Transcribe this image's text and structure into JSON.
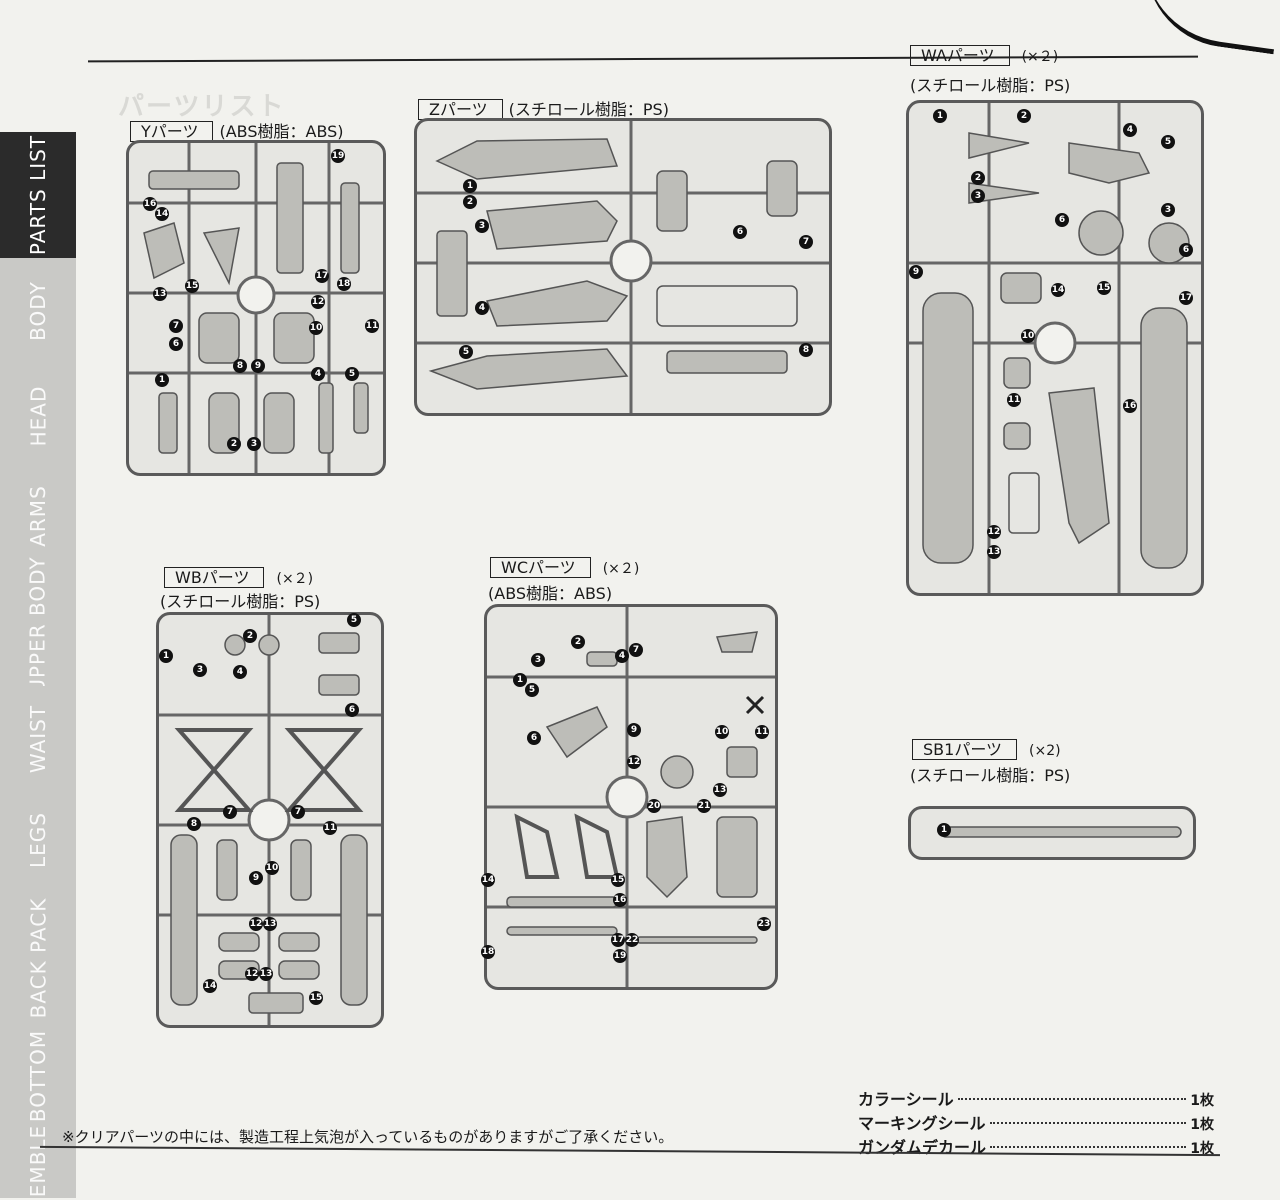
{
  "side_tabs": [
    "PARTS LIST",
    "BODY",
    "HEAD",
    "ARMS",
    "UPPER BODY",
    "WAIST",
    "LEGS",
    "BACK PACK",
    "BOTTOM",
    "EMBLE"
  ],
  "background_heading": "パーツリスト",
  "sheets": {
    "y": {
      "label": "Yパーツ",
      "material": "(ABS樹脂：ABS)",
      "count": ""
    },
    "z": {
      "label": "Zパーツ",
      "material": "(スチロール樹脂：PS)",
      "count": ""
    },
    "wa": {
      "label": "WAパーツ",
      "material": "(スチロール樹脂：PS)",
      "count": "(×２)"
    },
    "wb": {
      "label": "WBパーツ",
      "material": "(スチロール樹脂：PS)",
      "count": "(×２)"
    },
    "wc": {
      "label": "WCパーツ",
      "material": "(ABS樹脂：ABS)",
      "count": "(×２)"
    },
    "sb1": {
      "label": "SB1パーツ",
      "material": "(スチロール樹脂：PS)",
      "count": "(×2)"
    }
  },
  "part_numbers": {
    "y": [
      "19",
      "16",
      "14",
      "17",
      "18",
      "15",
      "13",
      "12",
      "10",
      "11",
      "7",
      "6",
      "8",
      "9",
      "1",
      "4",
      "5",
      "2",
      "3"
    ],
    "z": [
      "1",
      "2",
      "3",
      "4",
      "5",
      "6",
      "7",
      "8"
    ],
    "wa": [
      "1",
      "2",
      "4",
      "5",
      "2",
      "3",
      "3",
      "6",
      "6",
      "9",
      "14",
      "15",
      "17",
      "10",
      "11",
      "16",
      "12",
      "13"
    ],
    "wb": [
      "1",
      "2",
      "5",
      "3",
      "4",
      "6",
      "7",
      "7",
      "8",
      "11",
      "10",
      "9",
      "12",
      "13",
      "12",
      "13",
      "14",
      "15"
    ],
    "wc": [
      "3",
      "2",
      "4",
      "7",
      "1",
      "5",
      "6",
      "9",
      "10",
      "11",
      "12",
      "13",
      "20",
      "21",
      "14",
      "15",
      "16",
      "17",
      "22",
      "18",
      "19",
      "23"
    ],
    "sb1": [
      "1"
    ]
  },
  "note": "※クリアパーツの中には、製造工程上気泡が入っているものがありますがご了承ください。",
  "stickers": [
    {
      "name": "カラーシール",
      "qty": "1枚"
    },
    {
      "name": "マーキングシール",
      "qty": "1枚"
    },
    {
      "name": "ガンダムデカール",
      "qty": "1枚"
    }
  ],
  "colors": {
    "ink": "#1a1a1a",
    "paper": "#f2f2ee",
    "sprue_frame": "#5a5a5a",
    "tab_active": "#2b2b2b",
    "tab_inactive": "#c9c9c6"
  }
}
